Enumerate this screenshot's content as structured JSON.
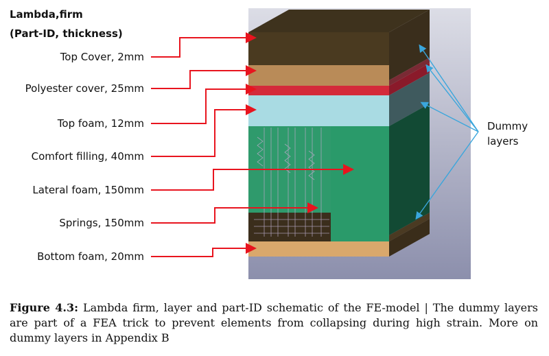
{
  "header": {
    "line1": "Lambda,firm",
    "line2": "(Part-ID, thickness)"
  },
  "layers": [
    {
      "label": "Top Cover, 2mm"
    },
    {
      "label": "Polyester cover, 25mm"
    },
    {
      "label": "Top foam, 12mm"
    },
    {
      "label": "Comfort filling, 40mm"
    },
    {
      "label": "Lateral foam, 150mm"
    },
    {
      "label": "Springs, 150mm"
    },
    {
      "label": "Bottom foam, 20mm"
    }
  ],
  "dummy": {
    "line1": "Dummy",
    "line2": "layers"
  },
  "caption": {
    "label": "Figure 4.3:",
    "text": "Lambda firm, layer and part-ID schematic of the FE-model | The dummy layers are part of a FEA trick to prevent elements from collapsing during high strain. More on dummy layers in Appendix B"
  },
  "colors": {
    "arrow": "#e8141e",
    "dummy_arrow": "#3aa6dc",
    "top_cover": "#4a3a20",
    "polyester": "#b98b58",
    "red_layer": "#d42a3a",
    "top_foam": "#a9dbe3",
    "lateral_foam": "#2a9a6a",
    "bottom_foam": "#d9a86c"
  }
}
